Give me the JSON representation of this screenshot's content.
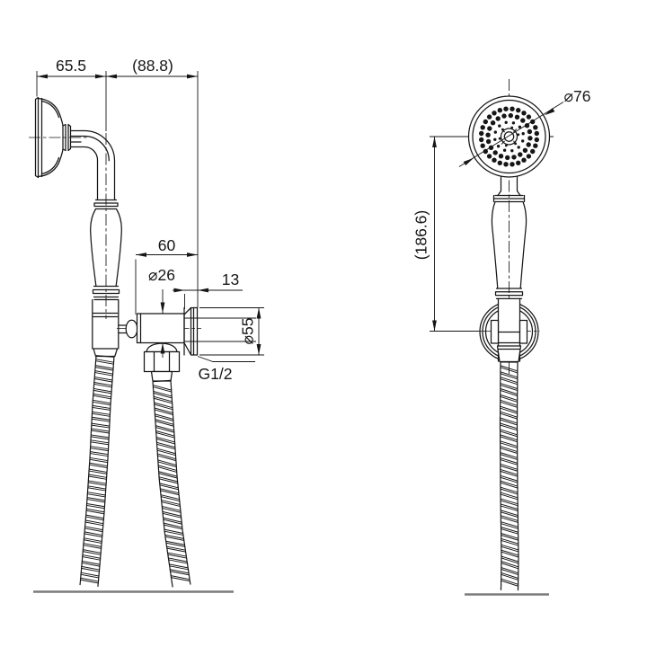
{
  "drawing": {
    "subject": "hand shower with wall supply elbow, holder bracket and flexible hose",
    "views": [
      "side view",
      "front view"
    ]
  },
  "side_view": {
    "dimensions": {
      "head_offset": "65.5",
      "overall_depth": "(88.8)",
      "elbow_projection": "60",
      "body_diameter": "⌀26",
      "flange_thickness": "13",
      "flange_diameter": "⌀55",
      "thread_size": "G1/2"
    }
  },
  "front_view": {
    "dimensions": {
      "head_diameter": "⌀76",
      "overall_height": "(186.6)"
    },
    "nozzle_rings": [
      {
        "radius": 31,
        "count": 28,
        "dot_radius": 2.7
      },
      {
        "radius": 23.5,
        "count": 20,
        "dot_radius": 2.7
      },
      {
        "radius": 16,
        "count": 12,
        "dot_radius": 1.7
      },
      {
        "radius": 10.5,
        "count": 6,
        "dot_radius": 1.4
      }
    ]
  },
  "colors": {
    "line": "#161616",
    "ground_line": "#7b7b7b",
    "background": "#ffffff"
  }
}
